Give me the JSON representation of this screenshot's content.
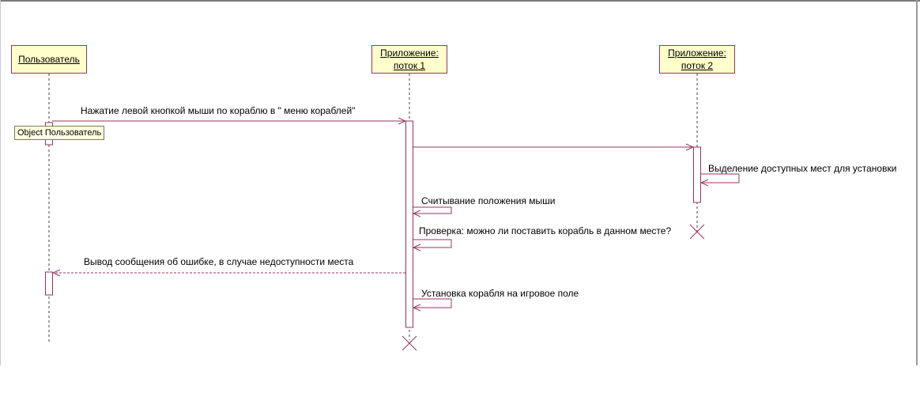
{
  "participants": [
    {
      "id": "user",
      "label": "Пользователь"
    },
    {
      "id": "app1",
      "label": "Приложение:\nпоток 1"
    },
    {
      "id": "app2",
      "label": "Приложение:\nпоток 2"
    }
  ],
  "messages": [
    {
      "id": "m1",
      "from": "user",
      "to": "app1",
      "kind": "sync",
      "label": "Нажатие левой кнопкой мыши по  кораблю в \" меню кораблей\""
    },
    {
      "id": "m2",
      "from": "app1",
      "to": "app2",
      "kind": "sync",
      "label": ""
    },
    {
      "id": "m3",
      "from": "app2",
      "to": "app2",
      "kind": "self",
      "label": "Выделение доступных мест для установки"
    },
    {
      "id": "m4",
      "from": "app1",
      "to": "app1",
      "kind": "self",
      "label": "Считывание положения мыши"
    },
    {
      "id": "m5",
      "from": "app1",
      "to": "app1",
      "kind": "self",
      "label": "Проверка: можно ли поставить корабль в данном месте?"
    },
    {
      "id": "m6",
      "from": "app1",
      "to": "user",
      "kind": "return",
      "label": "Вывод сообщения об ошибке, в случае недоступности места"
    },
    {
      "id": "m7",
      "from": "app1",
      "to": "app1",
      "kind": "self",
      "label": "Установка корабля на игровое поле"
    }
  ],
  "tooltip": {
    "text": "Object Пользователь"
  },
  "colors": {
    "line": "#993366",
    "actor_fill": "#ffffcc",
    "lifeline": "#444444",
    "background": "#ffffff"
  }
}
